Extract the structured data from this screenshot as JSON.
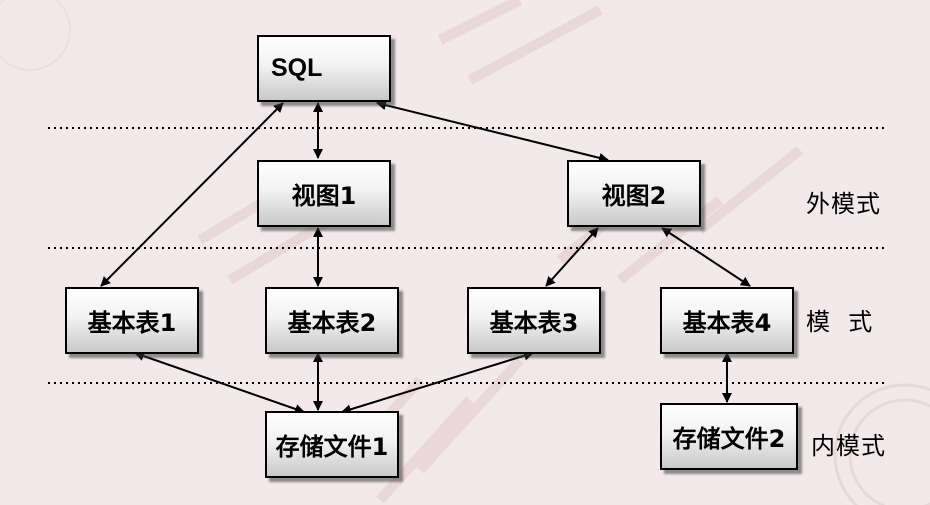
{
  "nodes": {
    "sql": "SQL",
    "view1": "视图1",
    "view2": "视图2",
    "table1": "基本表1",
    "table2": "基本表2",
    "table3": "基本表3",
    "table4": "基本表4",
    "file1": "存储文件1",
    "file2": "存储文件2"
  },
  "levels": {
    "external": "外模式",
    "conceptual": "模  式",
    "internal": "内模式"
  }
}
